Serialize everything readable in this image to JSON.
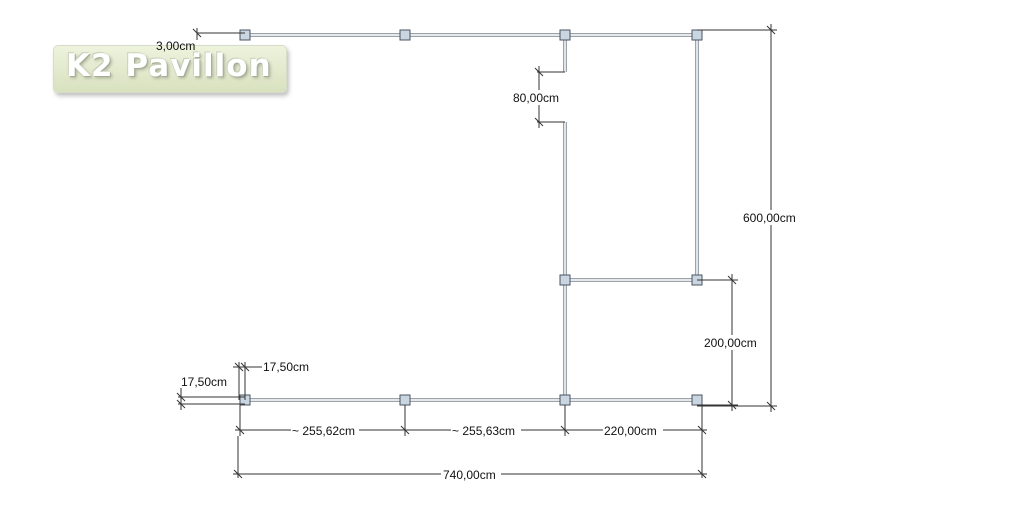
{
  "brand": {
    "logo_text": "K2 Pavillon"
  },
  "dimensions": {
    "post_size": "3,00cm",
    "door_opening": "80,00cm",
    "total_depth": "600,00cm",
    "right_depth": "200,00cm",
    "offset_horizontal": "17,50cm",
    "offset_vertical": "17,50cm",
    "span_1": "~ 255,62cm",
    "span_2": "~ 255,63cm",
    "span_3": "220,00cm",
    "total_width": "740,00cm"
  },
  "colors": {
    "wall": "#9aa3ab",
    "post_fill": "#c9d5e0",
    "post_stroke": "#4a5560",
    "dim_line": "#333333"
  }
}
